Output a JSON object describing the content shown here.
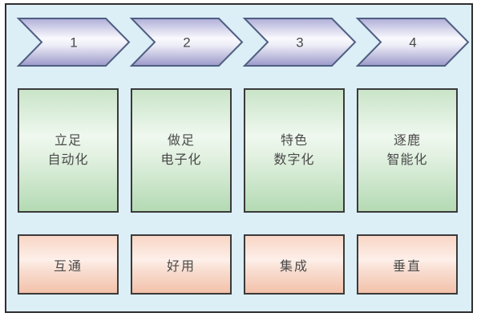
{
  "diagram": {
    "background_color": "#dceef6",
    "frame_border_color": "#2e2e2e",
    "text_color": "#4a4a4a",
    "chevron_colors": {
      "fill_top": "#b0aed8",
      "fill_middle": "#f9f9fd",
      "fill_bottom": "#9b99c9",
      "border": "#4f5f82"
    },
    "phase_box_colors": {
      "fill_top": "#c9e4c8",
      "fill_middle": "#eff8ef",
      "fill_bottom": "#b4dab3",
      "border": "#3a3a3a"
    },
    "feature_box_colors": {
      "fill_top": "#f8d6c5",
      "fill_middle": "#fdefe9",
      "fill_bottom": "#f3c1aa",
      "border": "#3a3a3a"
    },
    "steps": [
      {
        "number": "1",
        "phase_line1": "立足",
        "phase_line2": "自动化",
        "feature": "互通"
      },
      {
        "number": "2",
        "phase_line1": "做足",
        "phase_line2": "电子化",
        "feature": "好用"
      },
      {
        "number": "3",
        "phase_line1": "特色",
        "phase_line2": "数字化",
        "feature": "集成"
      },
      {
        "number": "4",
        "phase_line1": "逐鹿",
        "phase_line2": "智能化",
        "feature": "垂直"
      }
    ]
  }
}
